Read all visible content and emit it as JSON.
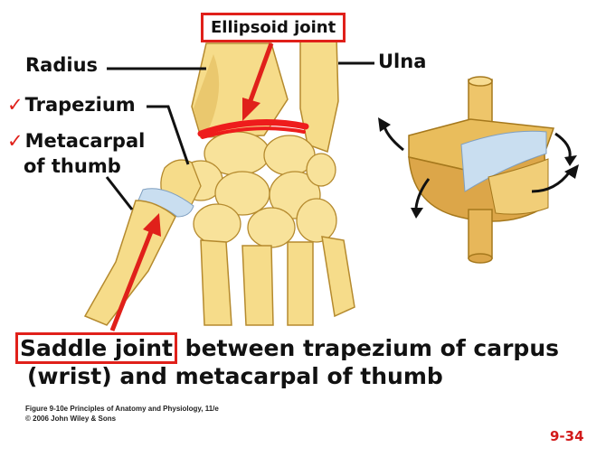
{
  "labels": {
    "ellipsoid_joint": "Ellipsoid joint",
    "radius": "Radius",
    "ulna": "Ulna",
    "trapezium": "Trapezium",
    "metacarpal_line1": "Metacarpal",
    "metacarpal_line2": "of thumb",
    "checkmark": "✓"
  },
  "caption": {
    "highlight": "Saddle joint",
    "line1_rest": " between trapezium of carpus",
    "line2": "(wrist) and metacarpal of thumb"
  },
  "credit": {
    "line1": "Figure 9-10e  Principles of Anatomy and Physiology, 11/e",
    "line2": "© 2006 John Wiley & Sons"
  },
  "slide_number": "9-34",
  "colors": {
    "accent_red": "#e0201a",
    "bone_fill": "#f6dc8a",
    "bone_shadow": "#d9ab45",
    "cartilage_blue": "#c9def0",
    "model_body": "#e9bd5c"
  }
}
